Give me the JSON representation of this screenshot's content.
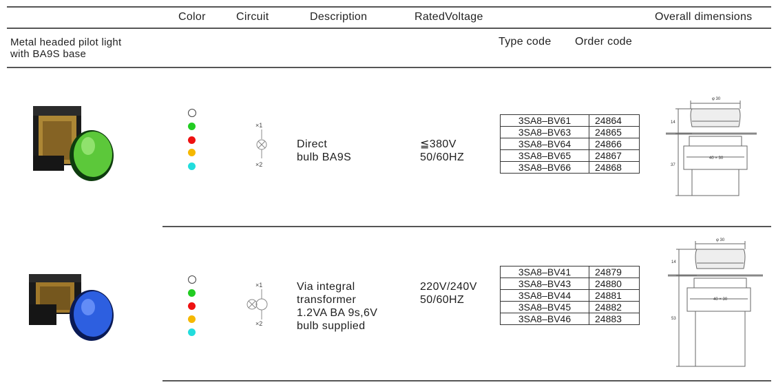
{
  "header": {
    "color": "Color",
    "circuit": "Circuit",
    "description": "Description",
    "rated_voltage": "RatedVoltage",
    "overall_dimensions": "Overall dimensions",
    "type_code": "Type code",
    "order_code": "Order code"
  },
  "product_title": {
    "line1": "Metal headed pilot light",
    "line2": "with BA9S base"
  },
  "rows": [
    {
      "lamp_color": "#5cc83a",
      "colors": [
        "#ffffff",
        "#22cc22",
        "#ee1111",
        "#f5b800",
        "#22dddd"
      ],
      "circuit": {
        "t1": "×1",
        "t2": "×2"
      },
      "description": [
        "Direct",
        "bulb BA9S"
      ],
      "voltage": [
        "≦380V",
        "50/60HZ"
      ],
      "codes": [
        {
          "type": "3SA8–BV61",
          "order": "24864"
        },
        {
          "type": "3SA8–BV63",
          "order": "24865"
        },
        {
          "type": "3SA8–BV64",
          "order": "24866"
        },
        {
          "type": "3SA8–BV65",
          "order": "24867"
        },
        {
          "type": "3SA8–BV66",
          "order": "24868"
        }
      ],
      "dims": {
        "top": "φ 30",
        "height_top": "14",
        "height_body": "37",
        "panel": "40 × 30"
      }
    },
    {
      "lamp_color": "#2d5fe0",
      "colors": [
        "#ffffff",
        "#22cc22",
        "#ee1111",
        "#f5b800",
        "#22dddd"
      ],
      "circuit": {
        "t1": "×1",
        "t2": "×2"
      },
      "description": [
        "Via integral",
        "transformer",
        "1.2VA BA 9s,6V",
        "bulb supplied"
      ],
      "voltage": [
        "220V/240V",
        "50/60HZ"
      ],
      "codes": [
        {
          "type": "3SA8–BV41",
          "order": "24879"
        },
        {
          "type": "3SA8–BV43",
          "order": "24880"
        },
        {
          "type": "3SA8–BV44",
          "order": "24881"
        },
        {
          "type": "3SA8–BV45",
          "order": "24882"
        },
        {
          "type": "3SA8–BV46",
          "order": "24883"
        }
      ],
      "dims": {
        "top": "φ 30",
        "height_top": "14",
        "height_body": "53",
        "panel": "40 × 30"
      }
    }
  ]
}
